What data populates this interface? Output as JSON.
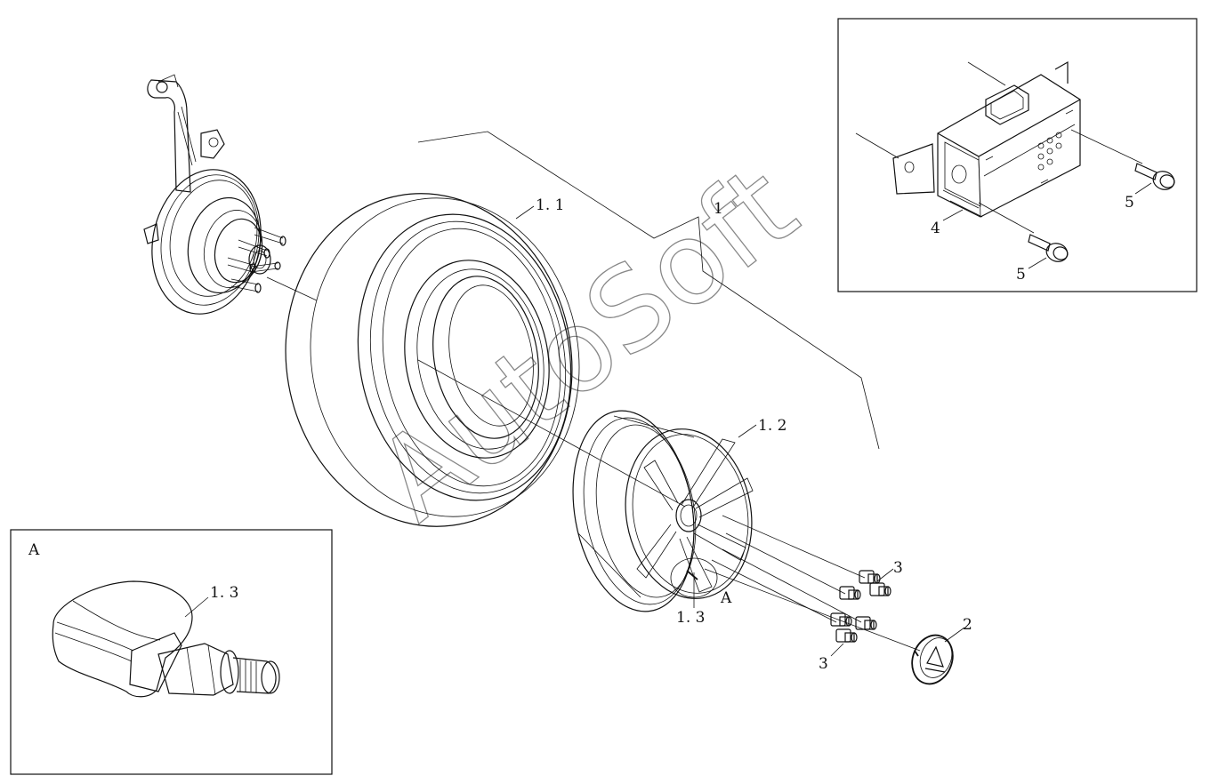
{
  "watermark": "AutoSoft",
  "labels": {
    "assembly": "1",
    "tire": "1. 1",
    "rim": "1. 2",
    "sensor_wheel": "1. 3",
    "sensor_inset": "1. 3",
    "detail_ref": "A",
    "inset_title": "A",
    "cap": "2",
    "nuts_top": "3",
    "nuts_bottom": "3",
    "module": "4",
    "bolt_top": "5",
    "bolt_bottom": "5"
  },
  "colors": {
    "line": "#111111",
    "watermark": "#888888",
    "background": "#ffffff"
  }
}
